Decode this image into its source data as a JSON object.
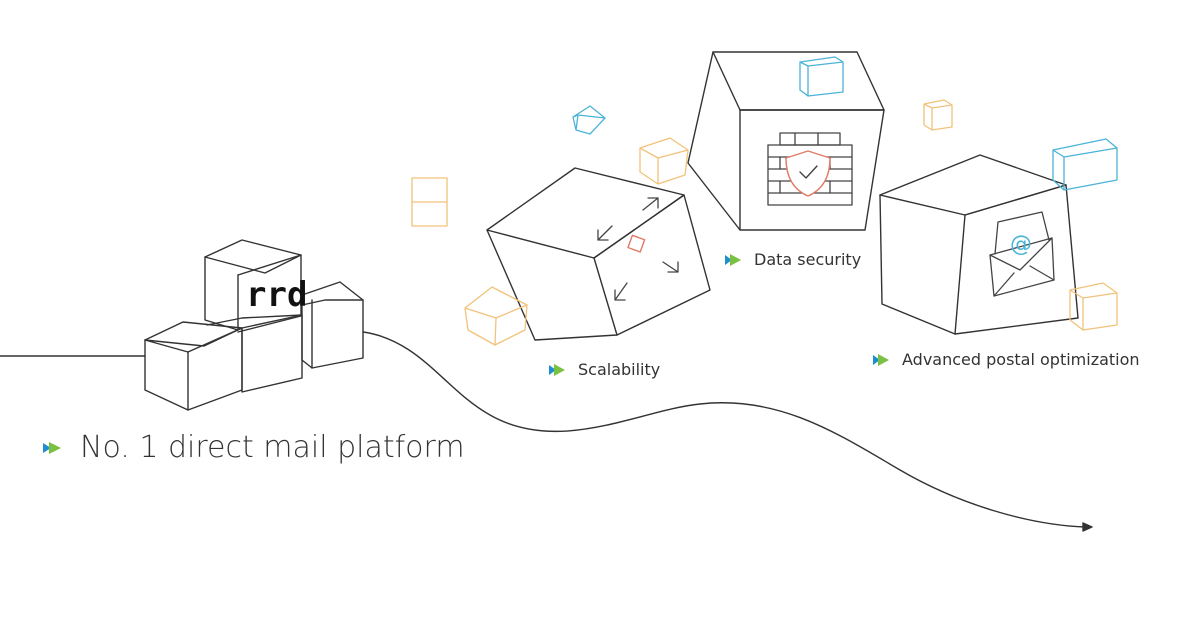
{
  "labels": {
    "main": "No. 1 direct mail platform",
    "scalability": "Scalability",
    "data_security": "Data security",
    "postal": "Advanced postal optimization"
  },
  "logo_text": "rrd",
  "email_glyph": "@",
  "colors": {
    "outline": "#333333",
    "accent_blue": "#4ab3d8",
    "accent_yellow": "#f2c27a",
    "accent_red": "#e07a66",
    "bullet_green": "#7ac043",
    "bullet_blue": "#1f8fcf"
  },
  "icons": [
    "bullet-arrow-icon",
    "expand-arrows-icon",
    "shield-check-icon",
    "brick-wall-icon",
    "envelope-icon",
    "small-cube-icon"
  ]
}
